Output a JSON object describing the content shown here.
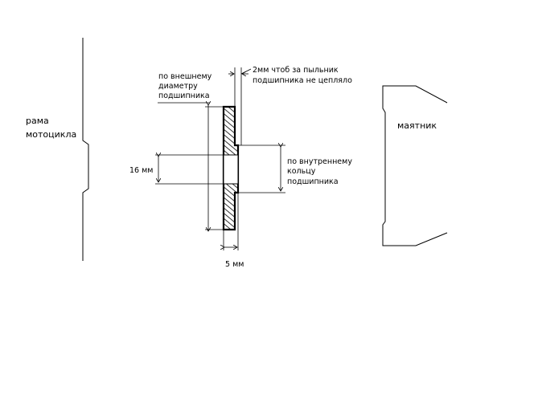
{
  "labels": {
    "frame_line1": "рама",
    "frame_line2": "мотоцикла",
    "swingarm": "маятник",
    "outer_diam_line1": "по внешнему",
    "outer_diam_line2": "диаметру",
    "outer_diam_line3": "подшипника",
    "gap_line1": "2мм чтоб за пыльник",
    "gap_line2": "подшипника не цепляло",
    "inner_ring_line1": "по внутреннему",
    "inner_ring_line2": "кольцу",
    "inner_ring_line3": "подшипника",
    "dim_16": "16 мм",
    "dim_5": "5 мм"
  }
}
